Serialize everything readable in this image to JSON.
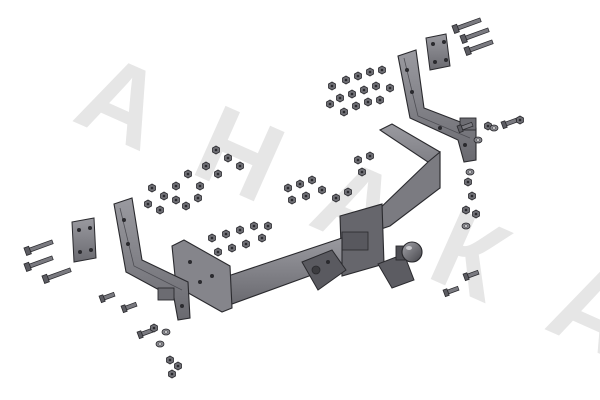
{
  "watermark": {
    "text": "АНАКА",
    "color": "#e6e6e6"
  },
  "colors": {
    "steel_light": "#8e8e94",
    "steel_mid": "#75757c",
    "steel_dark": "#55555b",
    "outline": "#2a2a2e",
    "background": "#ffffff"
  },
  "parts": [
    "right-mounting-bracket",
    "right-mounting-plate",
    "left-mounting-bracket",
    "left-mounting-plate",
    "main-crossbar",
    "tow-ball",
    "mounting-bolts",
    "nuts",
    "washers"
  ]
}
